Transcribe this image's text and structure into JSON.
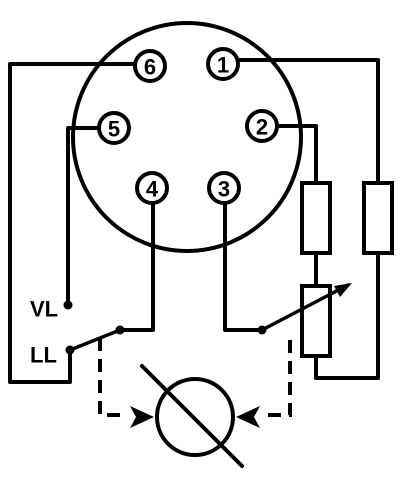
{
  "pins": [
    {
      "id": "pin-1",
      "label": "1"
    },
    {
      "id": "pin-2",
      "label": "2"
    },
    {
      "id": "pin-3",
      "label": "3"
    },
    {
      "id": "pin-4",
      "label": "4"
    },
    {
      "id": "pin-5",
      "label": "5"
    },
    {
      "id": "pin-6",
      "label": "6"
    }
  ],
  "terminals": {
    "vl": "VL",
    "ll": "LL"
  },
  "colors": {
    "ink": "#000000",
    "paper": "#ffffff"
  }
}
